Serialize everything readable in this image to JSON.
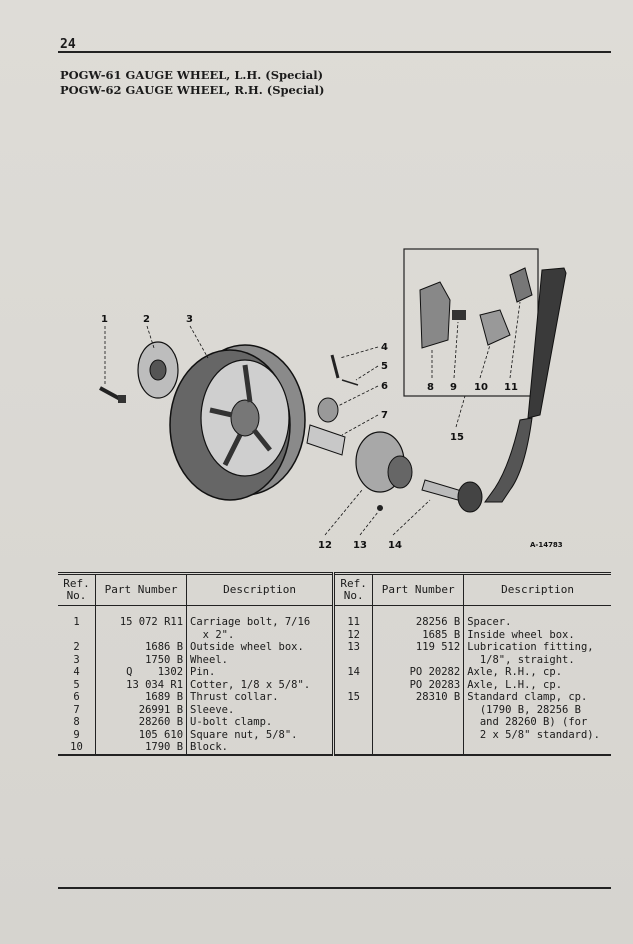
{
  "page": {
    "number": "24"
  },
  "title": {
    "line1": "POGW-61 GAUGE WHEEL, L.H. (Special)",
    "line2": "POGW-62 GAUGE WHEEL, R.H. (Special)"
  },
  "figure": {
    "callouts": [
      "1",
      "2",
      "3",
      "4",
      "5",
      "6",
      "7",
      "8",
      "9",
      "10",
      "11",
      "12",
      "13",
      "14",
      "15"
    ],
    "figure_id": "A-14783"
  },
  "table": {
    "headers": {
      "ref": "Ref. No.",
      "part": "Part Number",
      "description": "Description"
    },
    "left": [
      {
        "ref": "1",
        "part": "15 072 R11",
        "desc": "Carriage bolt, 7/16"
      },
      {
        "ref": "",
        "part": "",
        "desc": "  x 2\"."
      },
      {
        "ref": "2",
        "part": "1686 B",
        "desc": "Outside wheel box."
      },
      {
        "ref": "3",
        "part": "1750 B",
        "desc": "Wheel."
      },
      {
        "ref": "4",
        "part": "Q    1302",
        "desc": "Pin."
      },
      {
        "ref": "5",
        "part": "13 034 R1",
        "desc": "Cotter, 1/8 x 5/8\"."
      },
      {
        "ref": "6",
        "part": "1689 B",
        "desc": "Thrust collar."
      },
      {
        "ref": "7",
        "part": "26991 B",
        "desc": "Sleeve."
      },
      {
        "ref": "8",
        "part": "28260 B",
        "desc": "U-bolt clamp."
      },
      {
        "ref": "9",
        "part": "105 610",
        "desc": "Square nut, 5/8\"."
      },
      {
        "ref": "10",
        "part": "1790 B",
        "desc": "Block."
      }
    ],
    "right": [
      {
        "ref": "11",
        "part": "28256 B",
        "desc": "Spacer."
      },
      {
        "ref": "12",
        "part": "1685 B",
        "desc": "Inside wheel box."
      },
      {
        "ref": "13",
        "part": "119 512",
        "desc": "Lubrication fitting,"
      },
      {
        "ref": "",
        "part": "",
        "desc": "  1/8\", straight."
      },
      {
        "ref": "14",
        "part": "PO 20282",
        "desc": "Axle, R.H., cp."
      },
      {
        "ref": "",
        "part": "PO 20283",
        "desc": "Axle, L.H., cp."
      },
      {
        "ref": "15",
        "part": "28310 B",
        "desc": "Standard clamp, cp."
      },
      {
        "ref": "",
        "part": "",
        "desc": "  (1790 B, 28256 B"
      },
      {
        "ref": "",
        "part": "",
        "desc": "  and 28260 B) (for"
      },
      {
        "ref": "",
        "part": "",
        "desc": "  2 x 5/8\" standard)."
      },
      {
        "ref": "",
        "part": "",
        "desc": ""
      }
    ]
  }
}
